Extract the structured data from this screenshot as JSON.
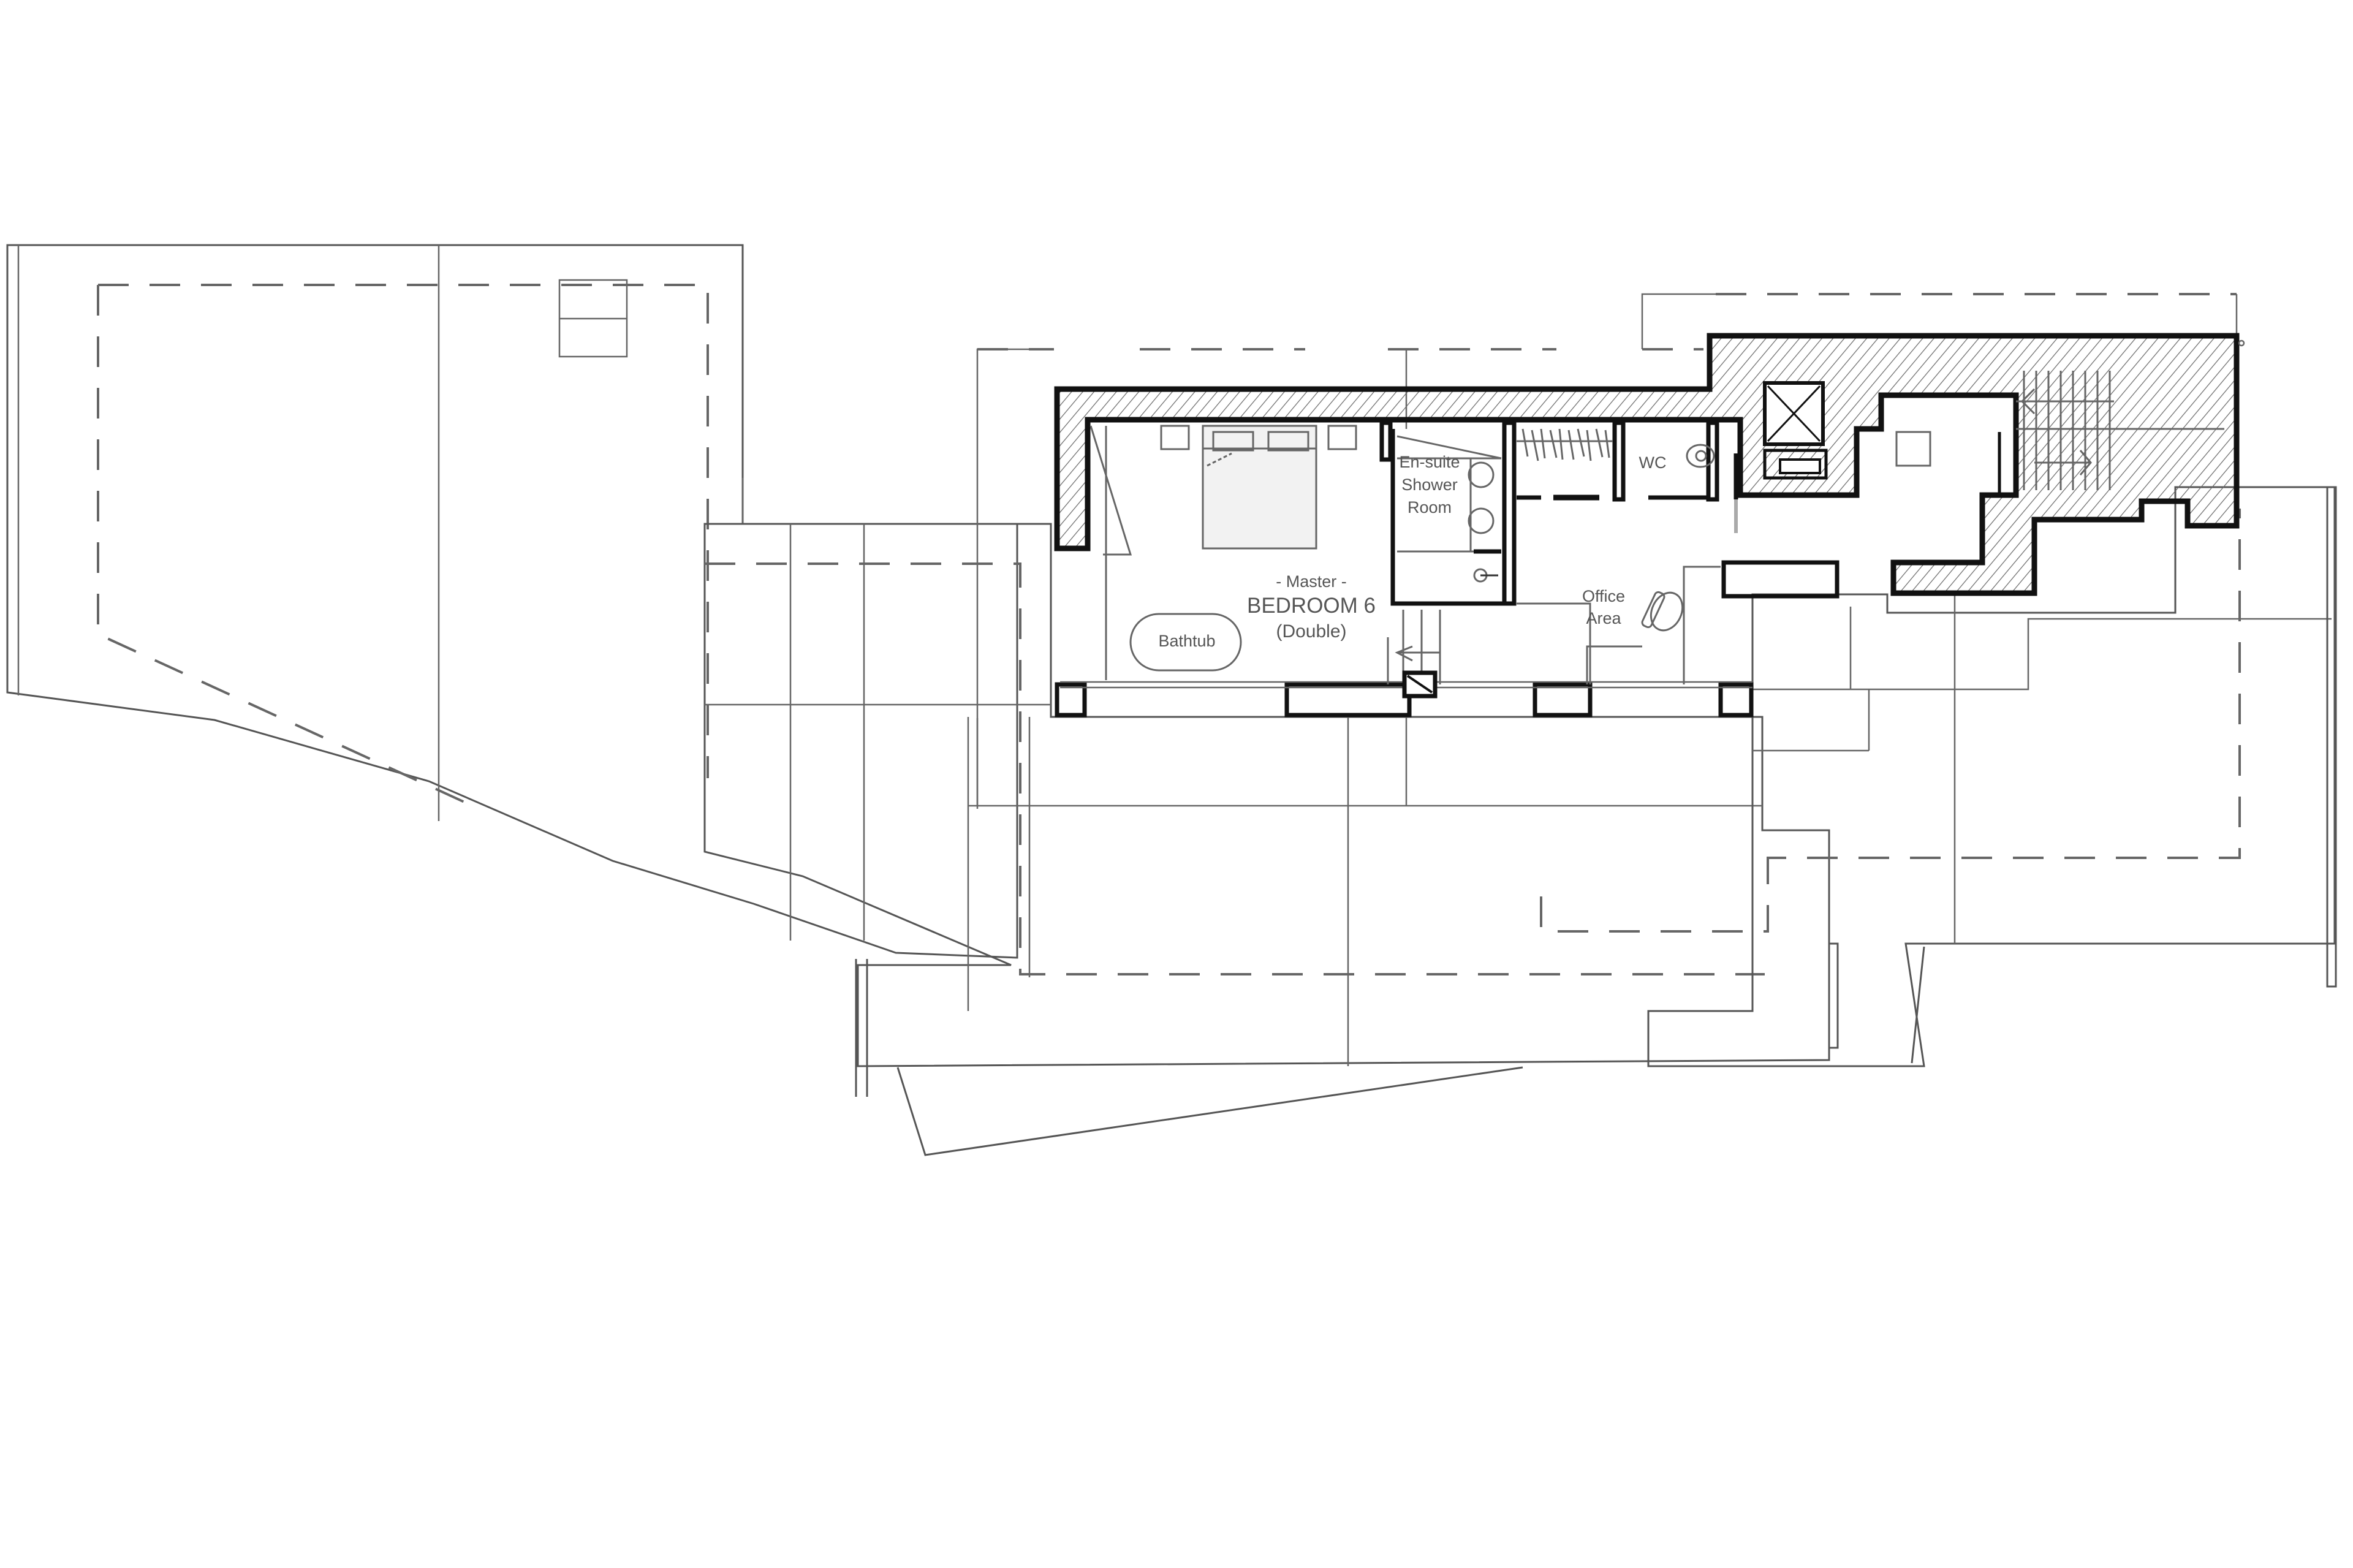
{
  "drawing": {
    "type": "architectural floor plan",
    "colors": {
      "background": "#ffffff",
      "wall_outline": "#111111",
      "hatch": "#7a7a7a",
      "label": "#555555"
    }
  },
  "rooms": {
    "master_bedroom": {
      "prefix": "- Master -",
      "name": "BEDROOM 6",
      "type": "(Double)"
    },
    "bathtub": {
      "label": "Bathtub"
    },
    "ensuite": {
      "line1": "En-suite",
      "line2": "Shower",
      "line3": "Room"
    },
    "wc": {
      "label": "WC"
    },
    "office": {
      "line1": "Office",
      "line2": "Area"
    }
  },
  "icons": [
    "lift-shaft-icon",
    "staircase-icon",
    "double-bed-icon",
    "toilet-icon",
    "office-chair-icon",
    "sink-icon",
    "wardrobe-icon",
    "chimney-flue-icon",
    "stair-direction-arrow-icon"
  ]
}
